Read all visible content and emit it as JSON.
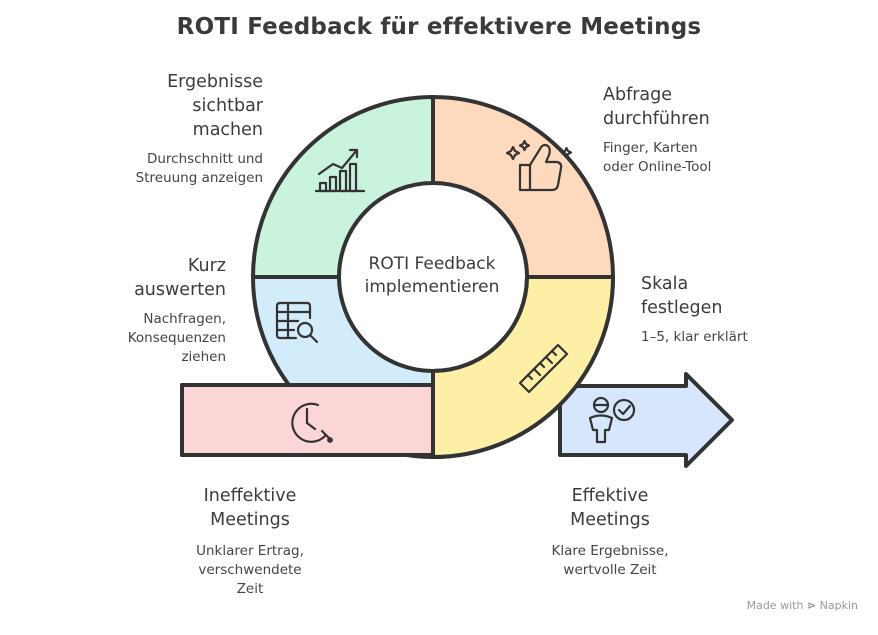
{
  "title": "ROTI Feedback für effektivere Meetings",
  "center": {
    "line1": "ROTI Feedback",
    "line2": "implementieren"
  },
  "steps": [
    {
      "heading": [
        "Ergebnisse",
        "sichtbar",
        "machen"
      ],
      "description": [
        "Durchschnitt und",
        "Streuung anzeigen"
      ],
      "icon": "chart-growth-icon",
      "color": "#c9f3dc"
    },
    {
      "heading": [
        "Abfrage",
        "durchführen"
      ],
      "description": [
        "Finger, Karten",
        "oder Online-Tool"
      ],
      "icon": "thumbs-up-icon",
      "color": "#fdd9bd"
    },
    {
      "heading": [
        "Skala",
        "festlegen"
      ],
      "description": [
        "1–5, klar erklärt"
      ],
      "icon": "ruler-icon",
      "color": "#fdf0a6"
    },
    {
      "heading": [
        "Kurz",
        "auswerten"
      ],
      "description": [
        "Nachfragen,",
        "Konsequenzen",
        "ziehen"
      ],
      "icon": "table-search-icon",
      "color": "#d3ecfb"
    }
  ],
  "start": {
    "heading": [
      "Ineffektive",
      "Meetings"
    ],
    "description": [
      "Unklarer Ertrag,",
      "verschwendete",
      "Zeit"
    ],
    "icon": "clock-icon",
    "color": "#fcd6d6"
  },
  "end": {
    "heading": [
      "Effektive",
      "Meetings"
    ],
    "description": [
      "Klare Ergebnisse,",
      "wertvolle Zeit"
    ],
    "icon": "person-check-icon",
    "color": "#d6e6fc"
  },
  "footer": {
    "made_with": "Made with",
    "brand": "Napkin"
  }
}
